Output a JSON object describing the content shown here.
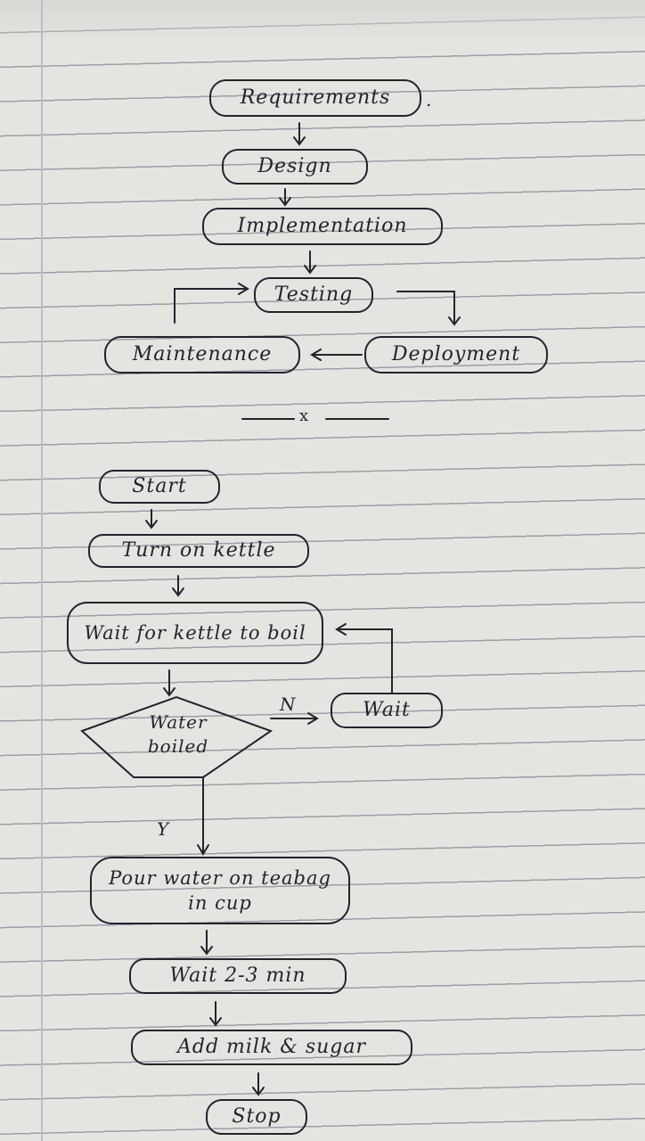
{
  "sdlc": {
    "requirements": "Requirements",
    "requirements_suffix": ".",
    "design": "Design",
    "implementation": "Implementation",
    "testing": "Testing",
    "maintenance": "Maintenance",
    "deployment": "Deployment"
  },
  "separator": "x",
  "tea_flow": {
    "start": "Start",
    "turn_on_kettle": "Turn on kettle",
    "wait_for_kettle": "Wait for kettle to boil",
    "decision": "Water boiled",
    "no_label": "N",
    "wait": "Wait",
    "yes_label": "Y",
    "pour_water": "Pour water on teabag in cup",
    "wait_minutes": "Wait 2-3 min",
    "add_milk": "Add milk & sugar",
    "stop": "Stop"
  },
  "colors": {
    "ink": "#23232c",
    "paper": "#e4e5e1",
    "rule": "#9aa0a8"
  }
}
